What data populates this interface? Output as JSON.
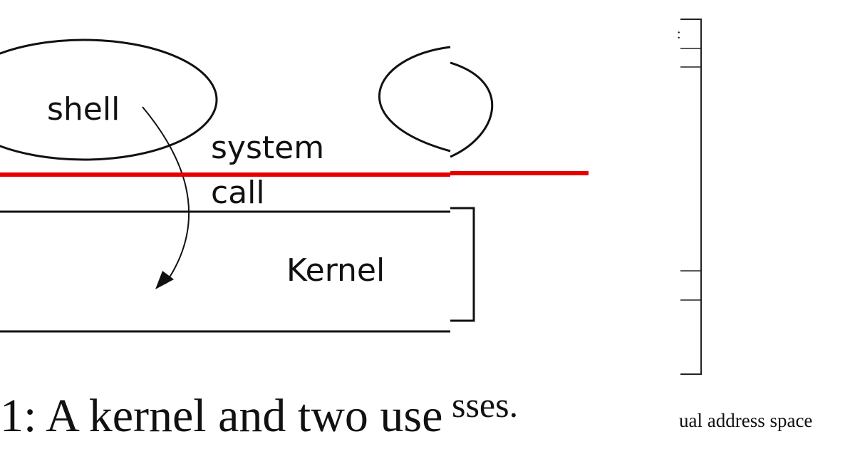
{
  "left_diagram": {
    "process_label": "shell",
    "arrow_label_line1": "system",
    "arrow_label_line2": "call",
    "kernel_label": "Kernel",
    "caption_main": "1: A kernel and two use",
    "caption_tail": "sses.",
    "boundary_color": "#e60000"
  },
  "right_diagram": {
    "caption": "ual address space"
  }
}
